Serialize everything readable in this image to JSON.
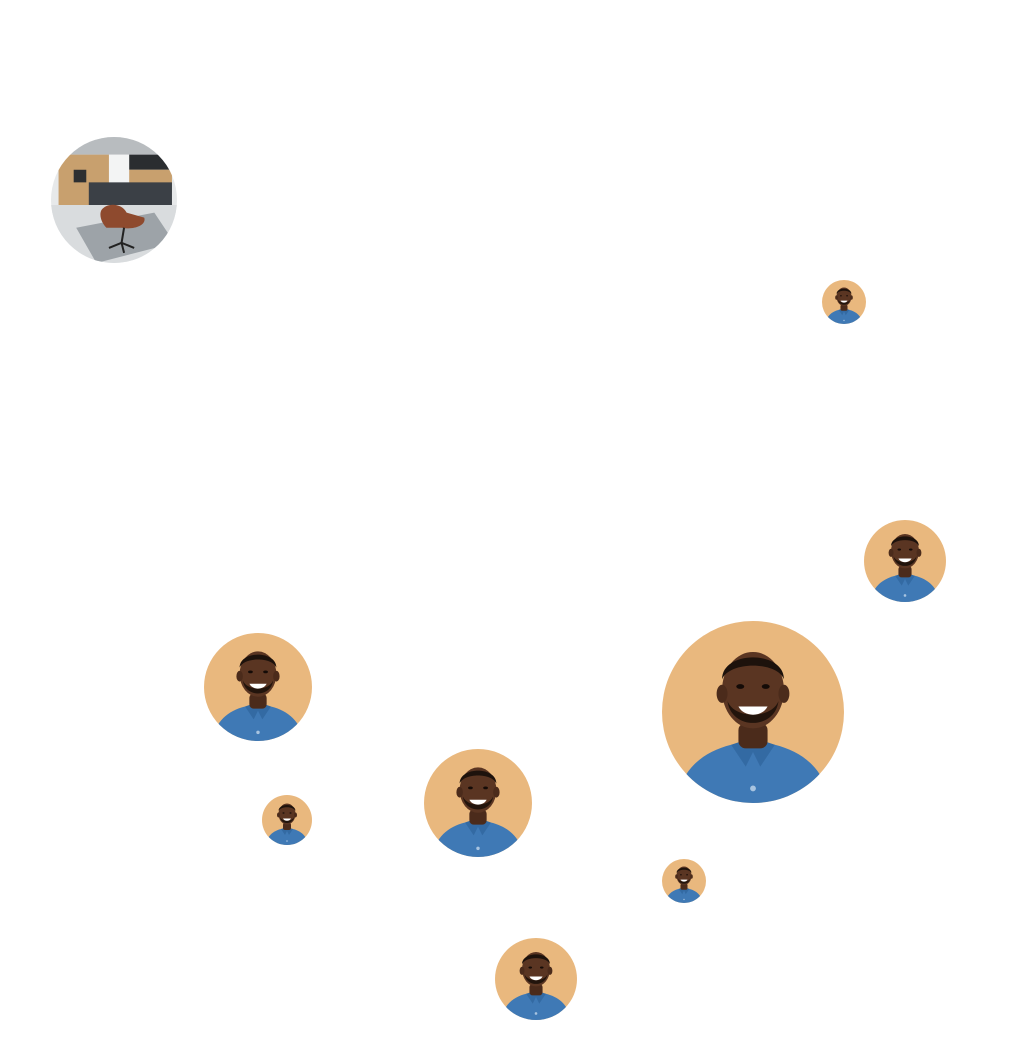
{
  "bubbles": [
    {
      "id": "room",
      "kind": "interior-photo",
      "icon": "living-room-photo"
    },
    {
      "id": "p1",
      "kind": "portrait",
      "icon": "person-avatar"
    },
    {
      "id": "p2",
      "kind": "portrait",
      "icon": "person-avatar"
    },
    {
      "id": "p3",
      "kind": "portrait",
      "icon": "person-avatar"
    },
    {
      "id": "p4",
      "kind": "portrait",
      "icon": "person-avatar"
    },
    {
      "id": "p5",
      "kind": "portrait",
      "icon": "person-avatar"
    },
    {
      "id": "p6",
      "kind": "portrait",
      "icon": "person-avatar"
    },
    {
      "id": "p7",
      "kind": "portrait",
      "icon": "person-avatar"
    },
    {
      "id": "p8",
      "kind": "portrait",
      "icon": "person-avatar"
    }
  ],
  "colors": {
    "page_background": "#ffffff",
    "portrait_background": "#e9b87e",
    "skin": "#5a3522",
    "shirt": "#3f79b5",
    "room_floor": "#d9dcde",
    "room_cabinet": "#c8a06e",
    "room_island": "#3b4046",
    "room_chair": "#8e4a2e"
  }
}
